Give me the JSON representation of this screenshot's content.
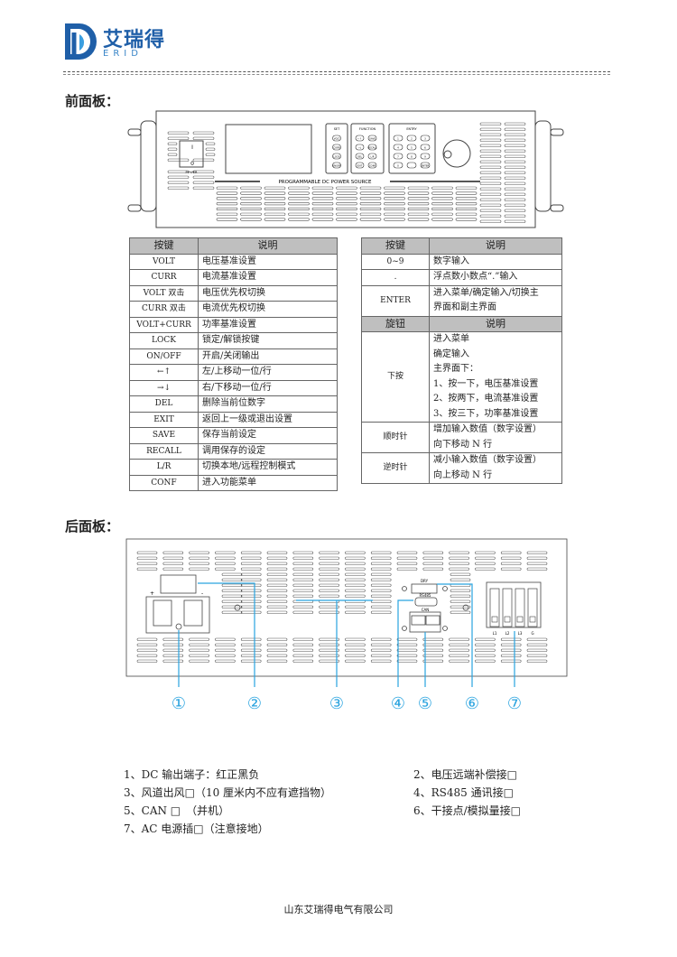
{
  "header": {
    "logo_cn": "艾瑞得",
    "logo_en": "ERID"
  },
  "front": {
    "title": "前面板：",
    "panel": {
      "brand_text": "PROGRAMMABLE DC POWER SOURCE",
      "set_label": "SET",
      "function_label": "FUNCTION",
      "entry_label": "ENTRY",
      "power_label": "POWER",
      "switch_on": "I",
      "switch_off": "0",
      "set_keys": [
        "VOLT",
        "CURR",
        "LOCK",
        "ON/OFF"
      ],
      "function_keys": [
        "←↑",
        "SAVE",
        "→↓",
        "RECALL",
        "DEL",
        "L/R",
        "EXIT",
        "CONF"
      ],
      "entry_keys": [
        "1",
        "2",
        "3",
        "4",
        "5",
        "6",
        "7",
        "8",
        "9",
        "0",
        ".",
        "ENTER"
      ]
    },
    "key_table": {
      "headers": [
        "按键",
        "说明"
      ],
      "rows": [
        [
          "VOLT",
          "电压基准设置"
        ],
        [
          "CURR",
          "电流基准设置"
        ],
        [
          "VOLT 双击",
          "电压优先权切换"
        ],
        [
          "CURR 双击",
          "电流优先权切换"
        ],
        [
          "VOLT+CURR",
          "功率基准设置"
        ],
        [
          "LOCK",
          "锁定/解锁按键"
        ],
        [
          "ON/OFF",
          "开启/关闭输出"
        ],
        [
          "←↑",
          "左/上移动一位/行"
        ],
        [
          "→↓",
          "右/下移动一位/行"
        ],
        [
          "DEL",
          "删除当前位数字"
        ],
        [
          "EXIT",
          "返回上一级或退出设置"
        ],
        [
          "SAVE",
          "保存当前设定"
        ],
        [
          "RECALL",
          "调用保存的设定"
        ],
        [
          "L/R",
          "切换本地/远程控制模式"
        ],
        [
          "CONF",
          "进入功能菜单"
        ]
      ]
    },
    "entry_table": {
      "headers": [
        "按键",
        "说明"
      ],
      "rows": [
        {
          "key": "0~9",
          "lines": [
            "数字输入"
          ]
        },
        {
          "key": ".",
          "lines": [
            "浮点数小数点“.”输入"
          ]
        },
        {
          "key": "ENTER",
          "lines": [
            "进入菜单/确定输入/切换主",
            "界面和副主界面"
          ]
        }
      ]
    },
    "knob_table": {
      "headers": [
        "旋钮",
        "说明"
      ],
      "rows": [
        {
          "key": "下按",
          "lines": [
            "进入菜单",
            "确定输入",
            "主界面下：",
            "1、按一下，电压基准设置",
            "2、按两下，电流基准设置",
            "3、按三下，功率基准设置"
          ]
        },
        {
          "key": "顺时针",
          "lines": [
            "增加输入数值（数字设置）",
            "向下移动 N 行"
          ]
        },
        {
          "key": "逆时针",
          "lines": [
            "减小输入数值（数字设置）",
            "向上移动 N 行"
          ]
        }
      ]
    }
  },
  "rear": {
    "title": "后面板：",
    "panel": {
      "plus": "+",
      "minus": "-",
      "dry": "DRY",
      "rs485": "RS485",
      "can": "CAN",
      "ac_terms": [
        "L1",
        "L2",
        "L3",
        "G"
      ]
    },
    "callouts": [
      "①",
      "②",
      "③",
      "④",
      "⑤",
      "⑥",
      "⑦"
    ],
    "legend": [
      "1、DC 输出端子：红正黑负",
      "2、电压远端补偿接□",
      "3、风道出风□（10 厘米内不应有遮挡物）",
      "4、RS485 通讯接□",
      "5、CAN □　（并机）",
      "6、干接点/模拟量接□",
      "7、AC 电源插□（注意接地）"
    ],
    "accent_color": "#29a3df"
  },
  "footer": "山东艾瑞得电气有限公司"
}
